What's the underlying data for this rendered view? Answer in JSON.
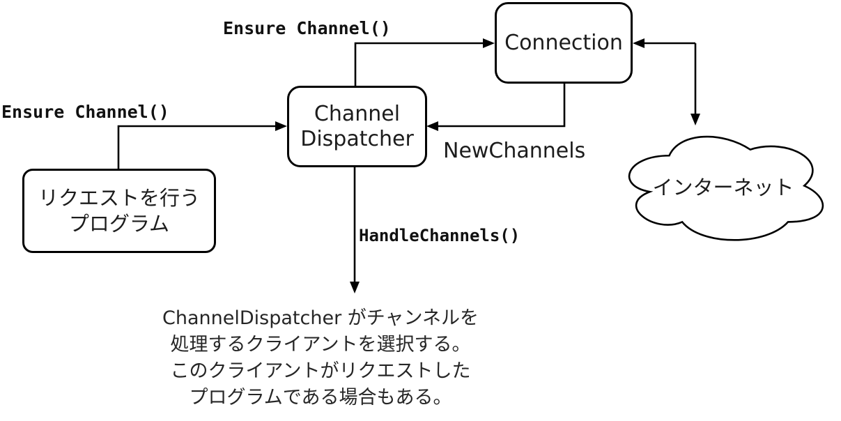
{
  "nodes": {
    "connection": {
      "label": "Connection"
    },
    "dispatcher": {
      "line1": "Channel",
      "line2": "Dispatcher"
    },
    "request_program": {
      "line1": "リクエストを行う",
      "line2": "プログラム"
    },
    "internet": {
      "label": "インターネット"
    }
  },
  "edge_labels": {
    "ensure_channel_top": "Ensure Channel()",
    "ensure_channel_left": "Ensure Channel()",
    "new_channels": "NewChannels",
    "handle_channels": "HandleChannels()"
  },
  "caption": {
    "lines": [
      "ChannelDispatcher がチャンネルを",
      "処理するクライアントを選択する。",
      "このクライアントがリクエストした",
      "プログラムである場合もある。"
    ]
  },
  "colors": {
    "stroke": "#000000",
    "text": "#1c1c1c",
    "background": "#ffffff"
  }
}
